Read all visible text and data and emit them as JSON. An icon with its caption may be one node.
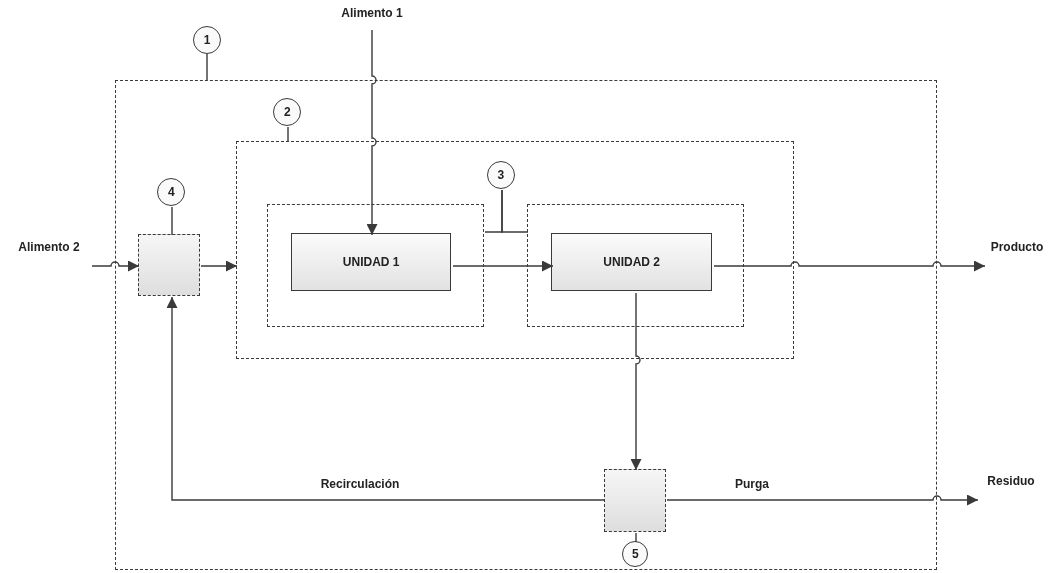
{
  "diagram": {
    "nodes": [
      {
        "text": [
          "1"
        ]
      },
      {
        "text": [],
        "shape": "box"
      },
      {
        "text": [
          "2"
        ],
        "in": 1
      },
      {
        "text": [],
        "shape": "box",
        "in": 1
      },
      {
        "text": [
          "3"
        ],
        "in": 3
      },
      {
        "text": [],
        "shape": "box",
        "in": 3
      },
      {
        "text": [
          "UNIDAD 1"
        ],
        "in": 5
      },
      {
        "text": [],
        "shape": "box",
        "in": 3
      },
      {
        "text": [
          "UNIDAD 2"
        ],
        "in": 7
      },
      {
        "text": [
          "4"
        ],
        "in": 1
      },
      {
        "text": [],
        "shape": "box",
        "in": 1
      },
      {
        "text": [],
        "shape": "box",
        "in": 1
      },
      {
        "text": [
          "5"
        ],
        "in": 1
      },
      {
        "text": [
          "Alimento 1"
        ]
      },
      {
        "text": [
          "Alimento 2"
        ]
      },
      {
        "text": [
          "Producto"
        ]
      },
      {
        "text": [
          "Residuo"
        ]
      }
    ],
    "edges": [
      {
        "from": 0,
        "to": 1,
        "arrow": "none"
      },
      {
        "from": 2,
        "to": 3,
        "arrow": "none"
      },
      {
        "from": 4,
        "to": 5,
        "arrow": "none"
      },
      {
        "from": 4,
        "to": 7,
        "arrow": "none"
      },
      {
        "from": 9,
        "to": 10,
        "arrow": "none"
      },
      {
        "from": 12,
        "to": 11,
        "arrow": "none"
      },
      {
        "from": 13,
        "to": 6,
        "arrow": "to"
      },
      {
        "from": 14,
        "to": 10,
        "arrow": "to"
      },
      {
        "from": 10,
        "to": 3,
        "arrow": "to"
      },
      {
        "from": 6,
        "to": 8,
        "arrow": "to"
      },
      {
        "from": 8,
        "to": 15,
        "arrow": "to"
      },
      {
        "from": 8,
        "to": 11,
        "arrow": "to"
      },
      {
        "from": 11,
        "to": 10,
        "arrow": "to",
        "label": "Recirculación"
      },
      {
        "from": 11,
        "to": 16,
        "arrow": "to",
        "label": "Purga"
      }
    ]
  }
}
